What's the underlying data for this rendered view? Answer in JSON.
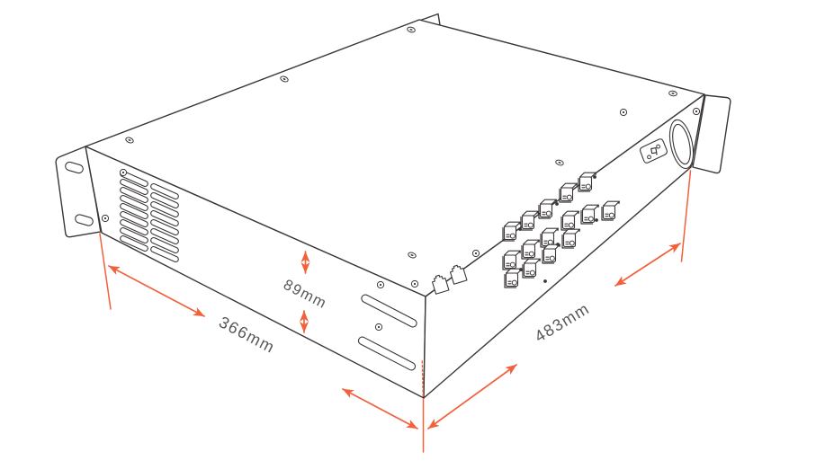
{
  "figure": {
    "description": "Isometric technical line drawing of a rack-mount chassis (rack ears, side ventilation grille, rear connector panel) annotated with overall dimensions",
    "labels": {
      "height": "89mm",
      "depth": "366mm",
      "width": "483mm"
    }
  },
  "colors": {
    "line": "#3b3638",
    "dimension_accent": "#f2603c",
    "label_text": "#58585b",
    "background": "#ffffff"
  },
  "counts": {
    "vent_slots": 17,
    "front_panel_slots": 2,
    "rj45_ports": 2,
    "terminal_connectors": 15,
    "rack_ear_slots": 2
  }
}
